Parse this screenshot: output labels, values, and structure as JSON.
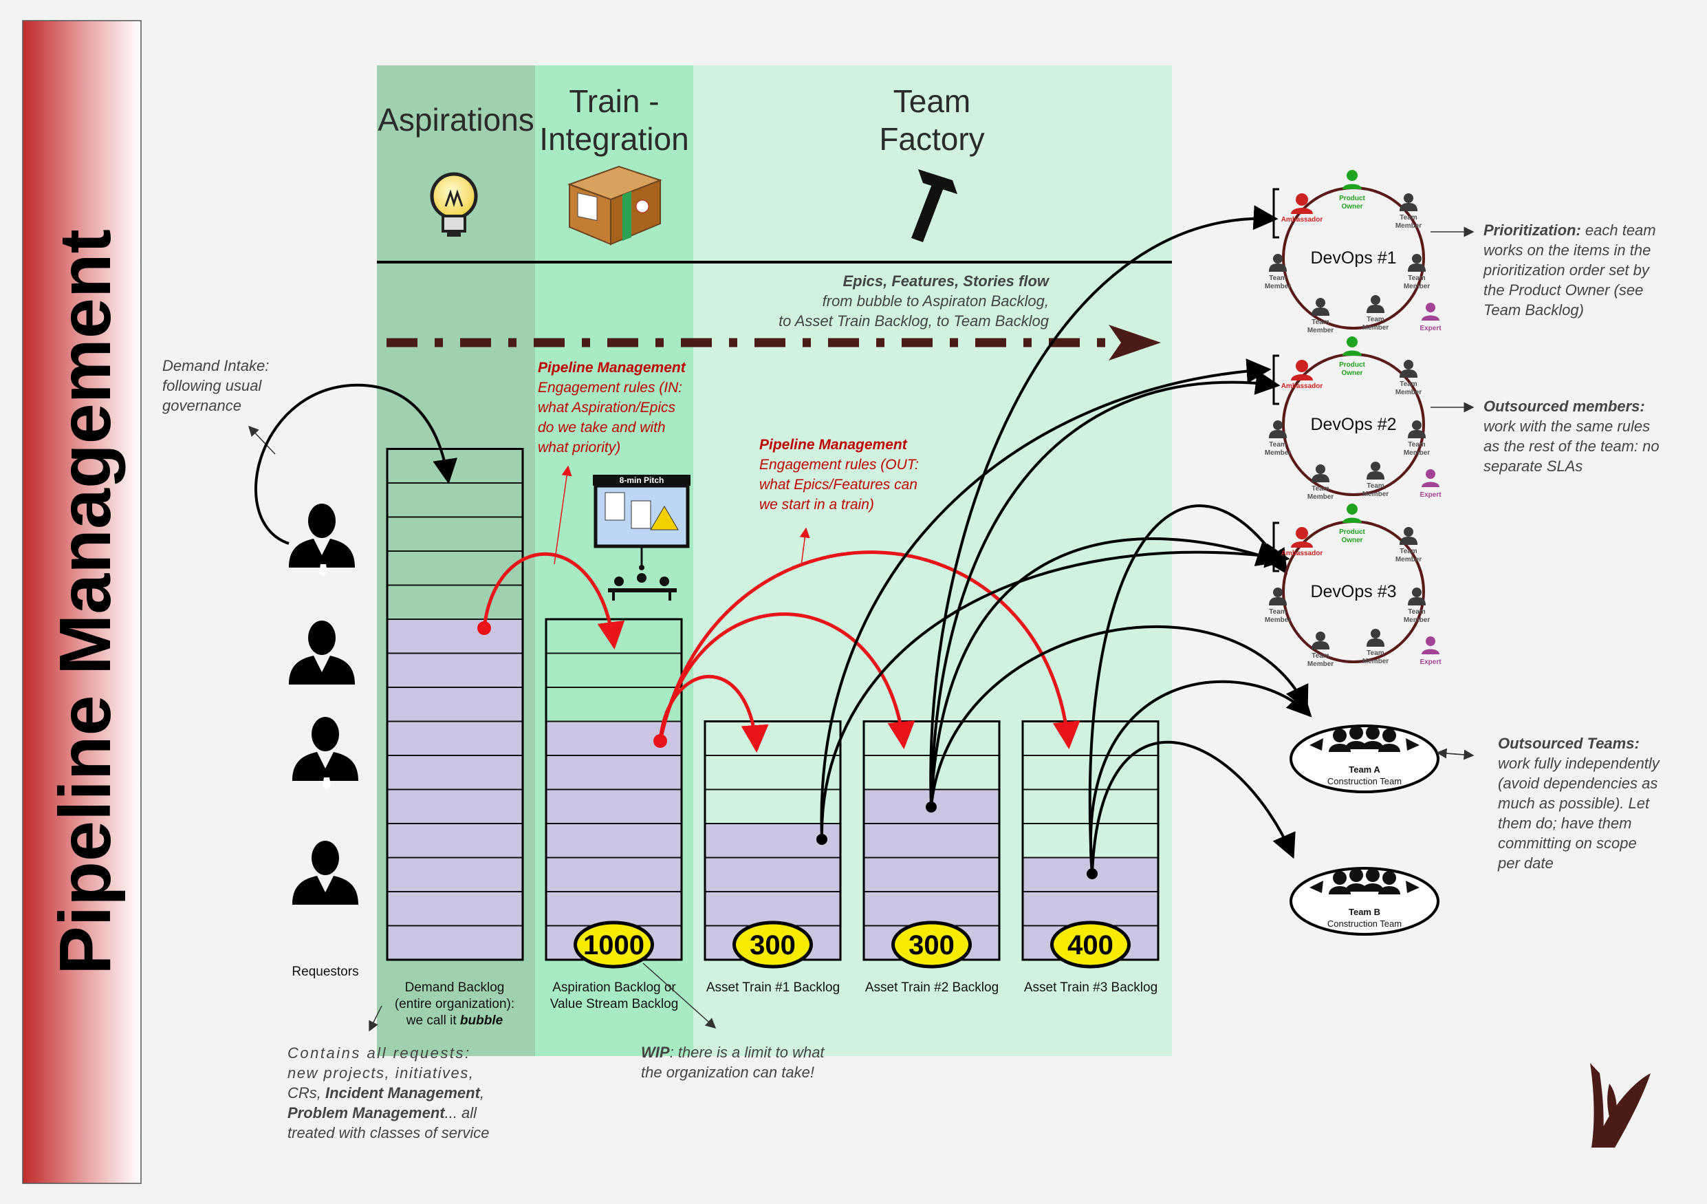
{
  "title": "Pipeline Management",
  "columns": {
    "aspirations": "Aspirations",
    "train_1": "Train -",
    "train_2": "Integration",
    "factory_1": "Team",
    "factory_2": "Factory"
  },
  "flow_note": {
    "line1": "Epics, Features, Stories flow",
    "line2": "from bubble to Aspiraton Backlog,",
    "line3": "to Asset Train Backlog, to Team Backlog"
  },
  "demand_intake": [
    "Demand Intake:",
    "following usual",
    "governance"
  ],
  "requestors_label": "Requestors",
  "pm_in": {
    "title": "Pipeline Management",
    "lines": [
      "Engagement rules (IN:",
      "what Aspiration/Epics",
      "do we take and with",
      "what priority)"
    ]
  },
  "pm_out": {
    "title": "Pipeline Management",
    "lines": [
      "Engagement rules (OUT:",
      "what Epics/Features can",
      "we start in a train)"
    ]
  },
  "pitch_label": "8-min Pitch",
  "backlogs": {
    "demand": {
      "line1": "Demand Backlog",
      "line2": "(entire organization):",
      "line3": "we call it",
      "emph": "bubble"
    },
    "aspiration": {
      "line1": "Aspiration Backlog or",
      "line2": "Value Stream Backlog",
      "wip": "1000"
    },
    "train1": {
      "label": "Asset Train #1 Backlog",
      "wip": "300"
    },
    "train2": {
      "label": "Asset Train #2 Backlog",
      "wip": "300"
    },
    "train3": {
      "label": "Asset Train #3 Backlog",
      "wip": "400"
    }
  },
  "contains_note": {
    "l1": "Contains all requests:",
    "l2": "new projects, initiatives,",
    "l3a": "CRs, ",
    "l3b": "Incident Management",
    "l3c": ",",
    "l4a": "Problem Management",
    "l4b": "... all",
    "l5": "treated with classes of service"
  },
  "wip_note": {
    "bold": "WIP",
    "rest": ": there is a limit to what",
    "line2": "the organization can take!"
  },
  "devops_teams": [
    {
      "name": "DevOps #1"
    },
    {
      "name": "DevOps #2"
    },
    {
      "name": "DevOps #3"
    }
  ],
  "roles": {
    "po_1": "Product",
    "po_2": "Owner",
    "amb": "Ambassador",
    "tm_1": "Team",
    "tm_2": "Member",
    "expert": "Expert"
  },
  "side_notes": {
    "prioritization": {
      "bold": "Prioritization:",
      "l1": " each team",
      "l2": "works on the items in the",
      "l3": "prioritization order set by",
      "l4": "the Product Owner (see",
      "l5": "Team Backlog)"
    },
    "outsourced_members": {
      "bold": "Outsourced members:",
      "l2": "work with the same rules",
      "l3": "as the rest of the team: no",
      "l4": "separate SLAs"
    },
    "outsourced_teams": {
      "bold": "Outsourced Teams:",
      "l2": "work fully independently",
      "l3": "(avoid dependencies as",
      "l4": "much as possible). Let",
      "l5": "them do; have them",
      "l6": "committing on scope",
      "l7": "per date"
    }
  },
  "construction_teams": [
    {
      "name": "Team A",
      "sub": "Construction Team"
    },
    {
      "name": "Team B",
      "sub": "Construction Team"
    }
  ],
  "colors": {
    "aspirations_bg": "#9fd0b0",
    "train_bg": "#a8eac4",
    "factory_bg": "#d0f2de",
    "filled_slot": "#cac6e2",
    "red_arrow": "#e8141a",
    "flow_arrow": "#4a1b17",
    "wip_badge": "#f7ec00"
  }
}
